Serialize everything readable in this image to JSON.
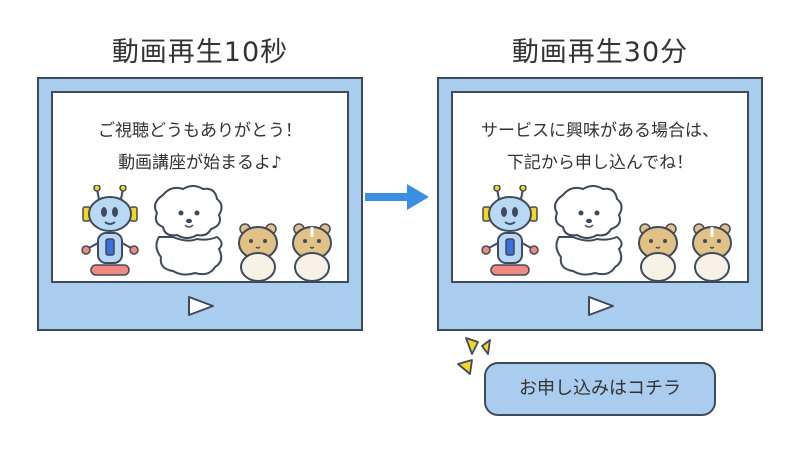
{
  "left": {
    "heading": "動画再生10秒",
    "caption_line1": "ご視聴どうもありがとう！",
    "caption_line2": "動画講座が始まるよ♪"
  },
  "right": {
    "heading": "動画再生30分",
    "caption_line1": "サービスに興味がある場合は、",
    "caption_line2": "下記から申し込んでね！"
  },
  "cta_label": "お申し込みはコチラ",
  "colors": {
    "player_frame": "#a9ccef",
    "outline": "#3f4a5a",
    "arrow": "#3b8fe0",
    "spark": "#f5d52a",
    "robot_body": "#b9d8f3",
    "robot_feet": "#f08a80",
    "hamster": "#e2c187"
  },
  "icons": [
    "play-icon",
    "right-arrow-icon",
    "sparkle-icon",
    "robot-character",
    "dog-character",
    "hamster-character"
  ]
}
